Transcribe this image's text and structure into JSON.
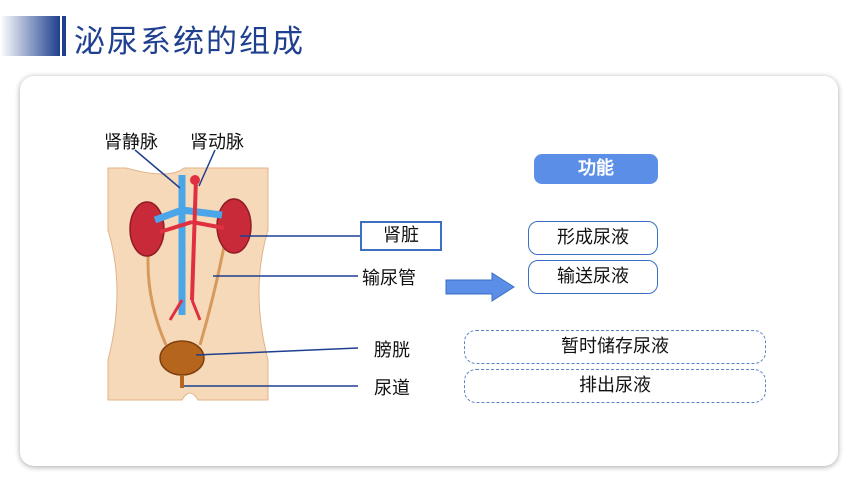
{
  "slide": {
    "title": "泌尿系统的组成",
    "colors": {
      "title": "#1f3f8f",
      "accent": "#5b8ee6",
      "border": "#3a6fc4"
    }
  },
  "diagram": {
    "vessel_labels": {
      "vein": "肾静脉",
      "artery": "肾动脉"
    },
    "organs": {
      "kidney": "肾脏",
      "ureter": "输尿管",
      "bladder": "膀胱",
      "urethra": "尿道"
    },
    "functions": {
      "header": "功能",
      "kidney_1": "形成尿液",
      "kidney_2": "输送尿液",
      "bladder": "暂时储存尿液",
      "urethra": "排出尿液"
    },
    "icons": [
      "body-torso-illustration",
      "right-arrow-icon"
    ]
  }
}
